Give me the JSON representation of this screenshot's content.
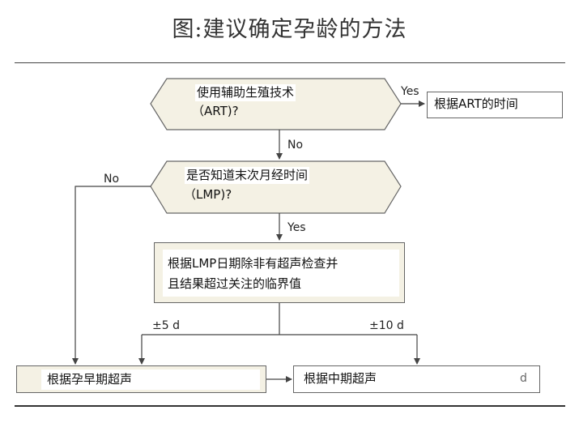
{
  "title": "图:建议确定孕龄的方法",
  "nodes": {
    "decision_art": {
      "line1": "使用辅助生殖技术",
      "line2": "（ART)?"
    },
    "result_art": "根据ART的时间",
    "decision_lmp": {
      "line1": "是否知道末次月经时间",
      "line2": "（LMP)?"
    },
    "process_lmp": {
      "line1": "根据LMP日期除非有超声检查并",
      "line2": "且结果超过关注的临界值"
    },
    "result_early_us": "根据孕早期超声",
    "result_mid_us": "根据中期超声",
    "mid_us_trailing": "d"
  },
  "edges": {
    "yes_art": "Yes",
    "no_art": "No",
    "yes_lmp": "Yes",
    "no_lmp": "No",
    "pm5": "±5 d",
    "pm10": "±10 d"
  },
  "colors": {
    "decision_fill": "#f4f1e4",
    "line": "#555555"
  }
}
